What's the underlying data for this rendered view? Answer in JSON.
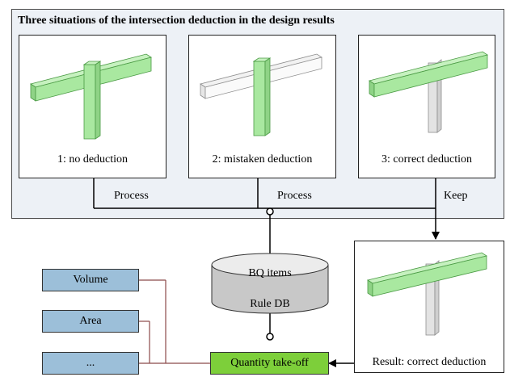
{
  "panel": {
    "title": "Three situations of the intersection deduction in the design results"
  },
  "cases": [
    {
      "label": "1: no deduction"
    },
    {
      "label": "2: mistaken deduction"
    },
    {
      "label": "3: correct deduction"
    }
  ],
  "flows": {
    "case1": "Process",
    "case2": "Process",
    "case3": "Keep"
  },
  "database": {
    "line1": "BQ items",
    "line2": "Rule DB"
  },
  "properties": [
    {
      "label": "Volume"
    },
    {
      "label": "Area"
    },
    {
      "label": "..."
    }
  ],
  "qto": {
    "label": "Quantity take-off"
  },
  "result": {
    "label": "Result: correct deduction"
  },
  "colors": {
    "panel_bg": "#edf1f6",
    "property_fill": "#9cbfd9",
    "qto_fill": "#7dcf3a",
    "member_green": "#a9e8a0"
  }
}
